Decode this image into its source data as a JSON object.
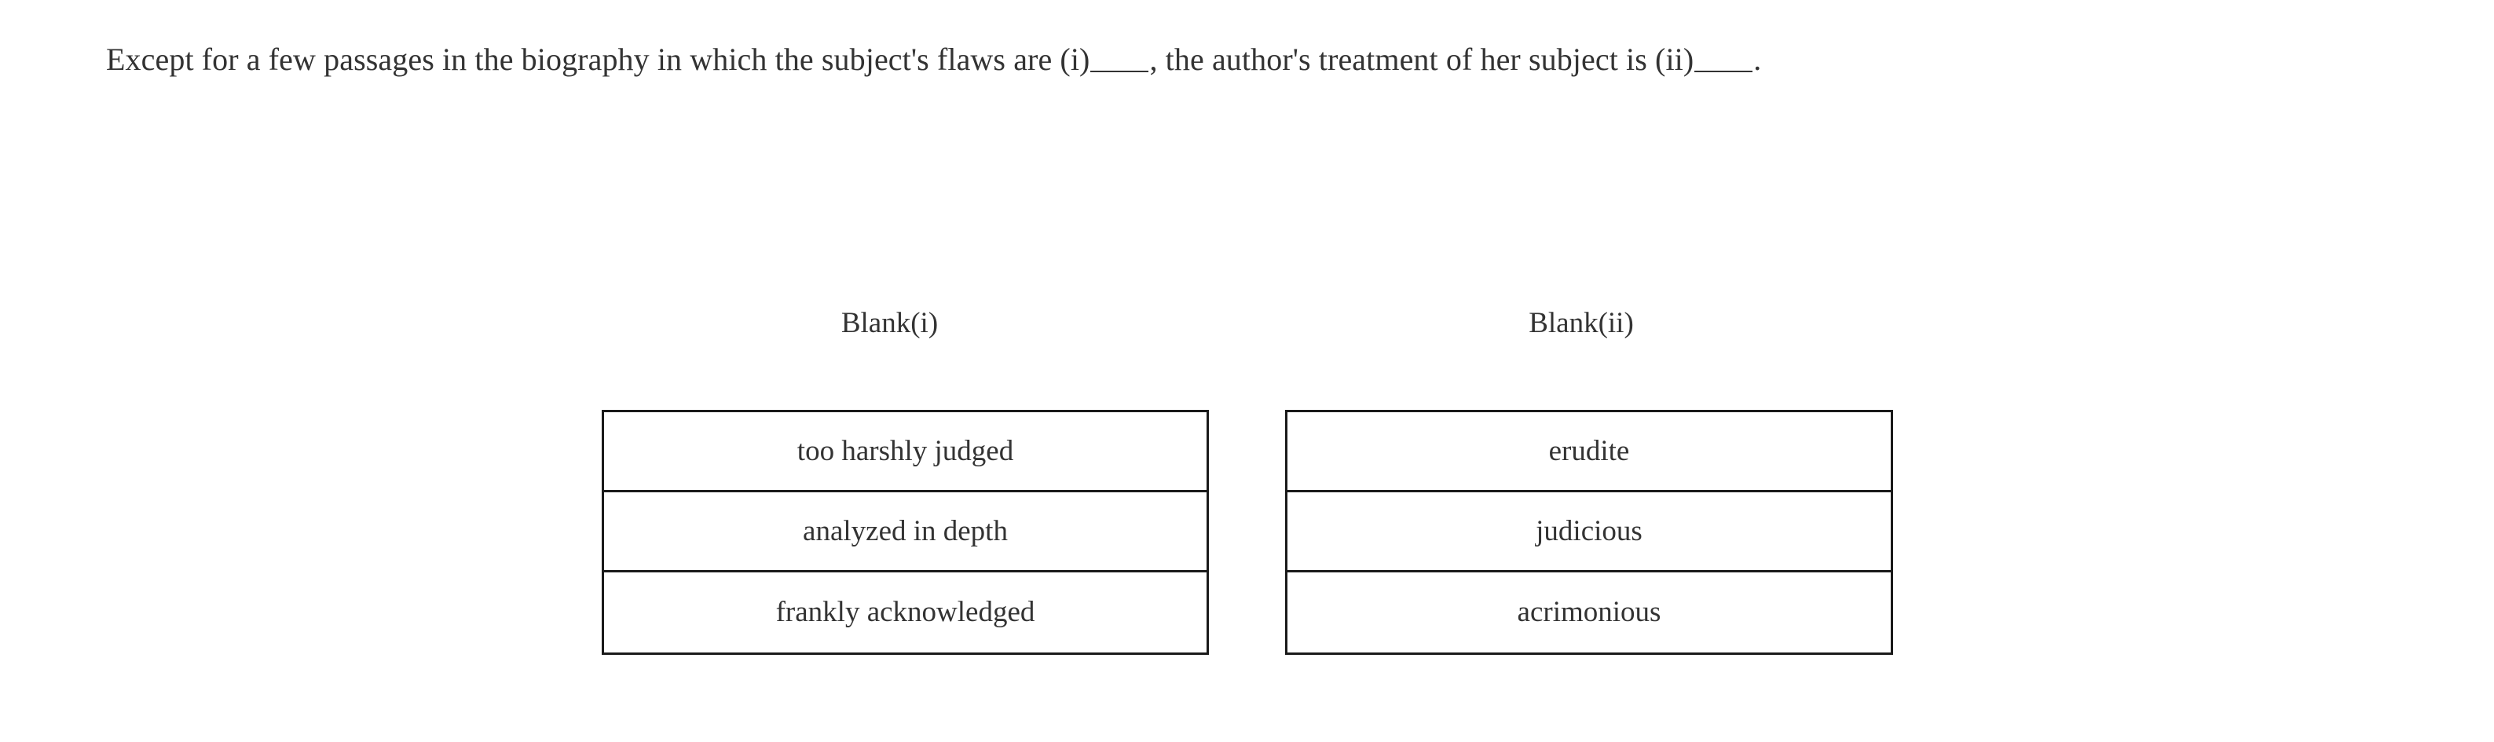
{
  "question": {
    "sentence_parts": [
      "Except for a few passages in the biography in which the subject's flaws are (i)",
      ", the author's treatment of her subject is (ii)",
      "."
    ],
    "full_text": "Except for a few passages in the biography in which the subject's flaws are (i)_____, the author's treatment of her subject is (ii)_____.",
    "blanks": [
      {
        "id": "i",
        "header": "Blank(i)",
        "options": [
          "too harshly judged",
          "analyzed in depth",
          "frankly acknowledged"
        ]
      },
      {
        "id": "ii",
        "header": "Blank(ii)",
        "options": [
          "erudite",
          "judicious",
          "acrimonious"
        ]
      }
    ]
  },
  "colors": {
    "text": "#333333",
    "border": "#1a1a1a",
    "background": "#ffffff"
  }
}
